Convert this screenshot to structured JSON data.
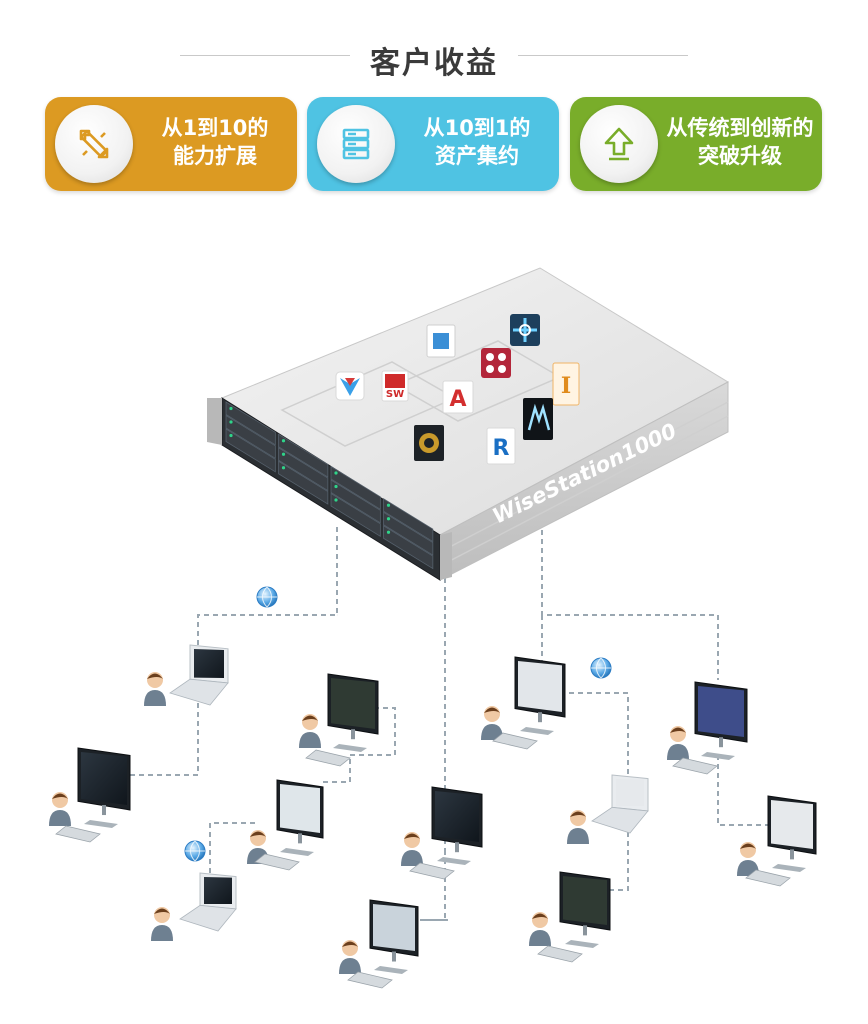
{
  "title": "客户收益",
  "benefits": [
    {
      "line1": "从1到10的",
      "line2": "能力扩展",
      "color": "#dc9a22",
      "icon": "pencil-ruler-icon"
    },
    {
      "line1": "从10到1的",
      "line2": "资产集约",
      "color": "#4fc3e3",
      "icon": "server-stack-icon"
    },
    {
      "line1": "从传统到创新的",
      "line2": "突破升级",
      "color": "#79ad2a",
      "icon": "upload-arrow-icon"
    }
  ],
  "server": {
    "label": "WiseStation1000",
    "apps": [
      {
        "name": "autodesk-3dsmax-icon"
      },
      {
        "name": "solidworks-icon",
        "text": "SW"
      },
      {
        "name": "square-app-icon"
      },
      {
        "name": "autocad-icon",
        "text": "A"
      },
      {
        "name": "vred-icon"
      },
      {
        "name": "network-app-icon"
      },
      {
        "name": "inventor-icon",
        "text": "I"
      },
      {
        "name": "maya-icon"
      },
      {
        "name": "revit-icon",
        "text": "R"
      },
      {
        "name": "camera-lens-icon"
      }
    ]
  },
  "colors": {
    "title_line": "#c9c9c9",
    "dashed_line": "#9aa7b1",
    "server_top": "#e7e7e7",
    "server_front": "#2b2f33"
  }
}
